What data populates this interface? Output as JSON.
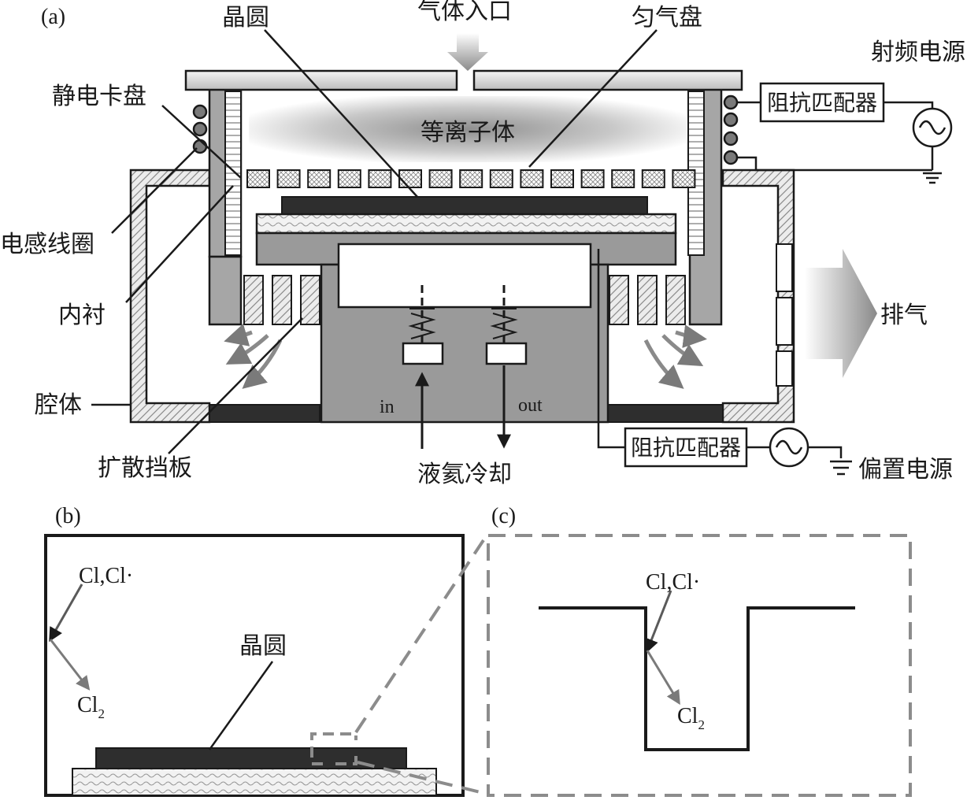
{
  "panels": {
    "a": {
      "tag": "(a)",
      "labels": {
        "wafer": "晶圆",
        "gas_inlet": "气体入口",
        "showerhead": "匀气盘",
        "rf_source": "射频电源",
        "esc": "静电卡盘",
        "plasma": "等离子体",
        "impedance_top": "阻抗匹配器",
        "coil": "电感线圈",
        "liner": "内衬",
        "exhaust": "排气",
        "chamber": "腔体",
        "baffle": "扩散挡板",
        "cooling": "液氦冷却",
        "impedance_bottom": "阻抗匹配器",
        "bias_source": "偏置电源",
        "in": "in",
        "out": "out"
      }
    },
    "b": {
      "tag": "(b)",
      "species_in": "Cl,Cl·",
      "species_out": "Cl",
      "species_out_sub": "2",
      "wafer": "晶圆"
    },
    "c": {
      "tag": "(c)",
      "species_in": "Cl,Cl·",
      "species_out": "Cl",
      "species_out_sub": "2"
    }
  },
  "colors": {
    "line": "#1a1a1a",
    "wall_gray": "#a6a6a6",
    "pedestal_gray": "#9a9a9a",
    "dark_block": "#2e2e2e",
    "arrow_gray": "#7a7a7a",
    "dash_gray": "#8c8c8c"
  }
}
